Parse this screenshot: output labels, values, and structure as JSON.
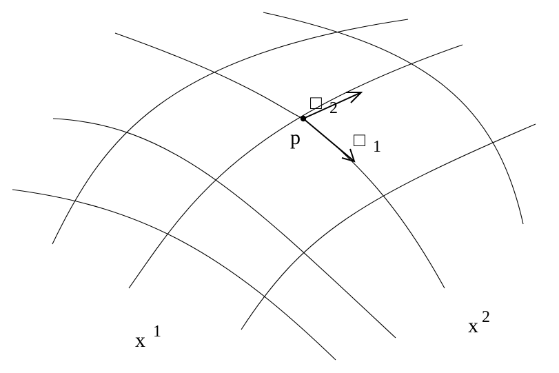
{
  "diagram": {
    "point_label": "p",
    "coordinate_labels": {
      "x1": {
        "base": "x",
        "index": "1"
      },
      "x2": {
        "base": "x",
        "index": "2"
      }
    },
    "basis_vectors": [
      {
        "symbol": "□",
        "index": "2"
      },
      {
        "symbol": "□",
        "index": "1"
      }
    ]
  }
}
